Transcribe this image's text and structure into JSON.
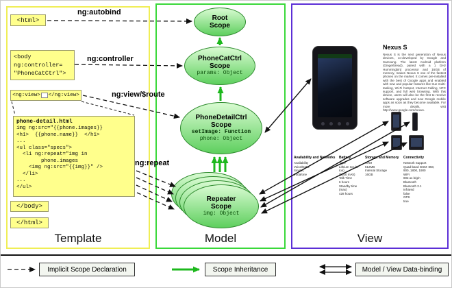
{
  "panels": {
    "template_label": "Template",
    "model_label": "Model",
    "view_label": "View"
  },
  "template": {
    "html_open": "<html>",
    "body_open": "<body\nng:controller=\n\"PhoneCatCtrl\">",
    "ng_view_open": "<ng:view>",
    "ng_view_close": "</ng:view>",
    "body_close": "</body>",
    "html_close": "</html>",
    "label_autobind": "ng:autobind",
    "label_controller": "ng:controller",
    "label_view_route": "ng:view/$route",
    "label_repeat": "ng:repeat",
    "code_filename": "phone-detail.html",
    "code": "img ng:src=\"{{phone.images}}\n<h1>  {{phone.name}}  </h1>\n...\n<ul class=\"specs\">\n  <li ng:repeat=\"img in\n        phone.images\n    <img ng:src=\"{{img}}\" />\n  </li>\n...\n</ul>"
  },
  "model": {
    "root_scope": {
      "title": "Root\nScope"
    },
    "phonecat": {
      "title": "PhoneCatCtrl\nScope",
      "prop1": "params: Object"
    },
    "phonedetail": {
      "title": "PhoneDetailCtrl\nScope",
      "prop1": "setImage: Function",
      "prop2": "phone: Object"
    },
    "repeater": {
      "title": "Repeater\nScope",
      "prop1": "img: Object"
    }
  },
  "view": {
    "product_title": "Nexus S",
    "description": "Nexus S is the next generation of Nexus devices, co-developed by Google and Samsung. The latest Android platform (Gingerbread), paired with a 1 GHz Hummingbird processor and 16GB of memory, makes Nexus S one of the fastest phones on the market. It comes pre-installed with the best of Google apps and enabled with new and popular features like true multi-tasking, Wi-Fi hotspot, Internet Calling, NFC support, and full web browsing. With this device, users will also be the first to receive software upgrades and new Google mobile apps as soon as they become available. For more details, visit http://www.google.com/nexus.",
    "specs": {
      "col1_header": "Availability and Networks",
      "col1_lines": "Availability\nVoice/Data:\nSingtel,\nVodafone",
      "col2_header": "Battery",
      "col2_lines": "Type\nLithium Ion (Li-Ion)\n(1500 mAh)\nTalk Time\n6 hours\nStandby time (max)\n428 hours",
      "col3_header": "Storage and Memory",
      "col3_lines": "RAM\n512MB\nInternal Storage\n16GB",
      "col4_header": "Connectivity",
      "col4_lines": "Network Support\nQuad-band GSM: 850,\n900, 1800, 1900\nWiFi\n802.11 b/g/n\nBluetooth\nBluetooth 2.1\nInfrared\nfalse\nGPS\ntrue"
    }
  },
  "legend": {
    "implicit_label": "Implicit Scope Declaration",
    "inheritance_label": "Scope Inheritance",
    "databinding_label": "Model / View Data-binding"
  },
  "colors": {
    "template_border": "#f0ee55",
    "model_border": "#39d839",
    "view_border": "#5c2fd6",
    "scope_top": "#d9fbd2",
    "scope_bottom": "#5ecf5e",
    "yellow_box": "#ffff8c",
    "green_arrow": "#1db81d",
    "arrow_black": "#111111"
  }
}
